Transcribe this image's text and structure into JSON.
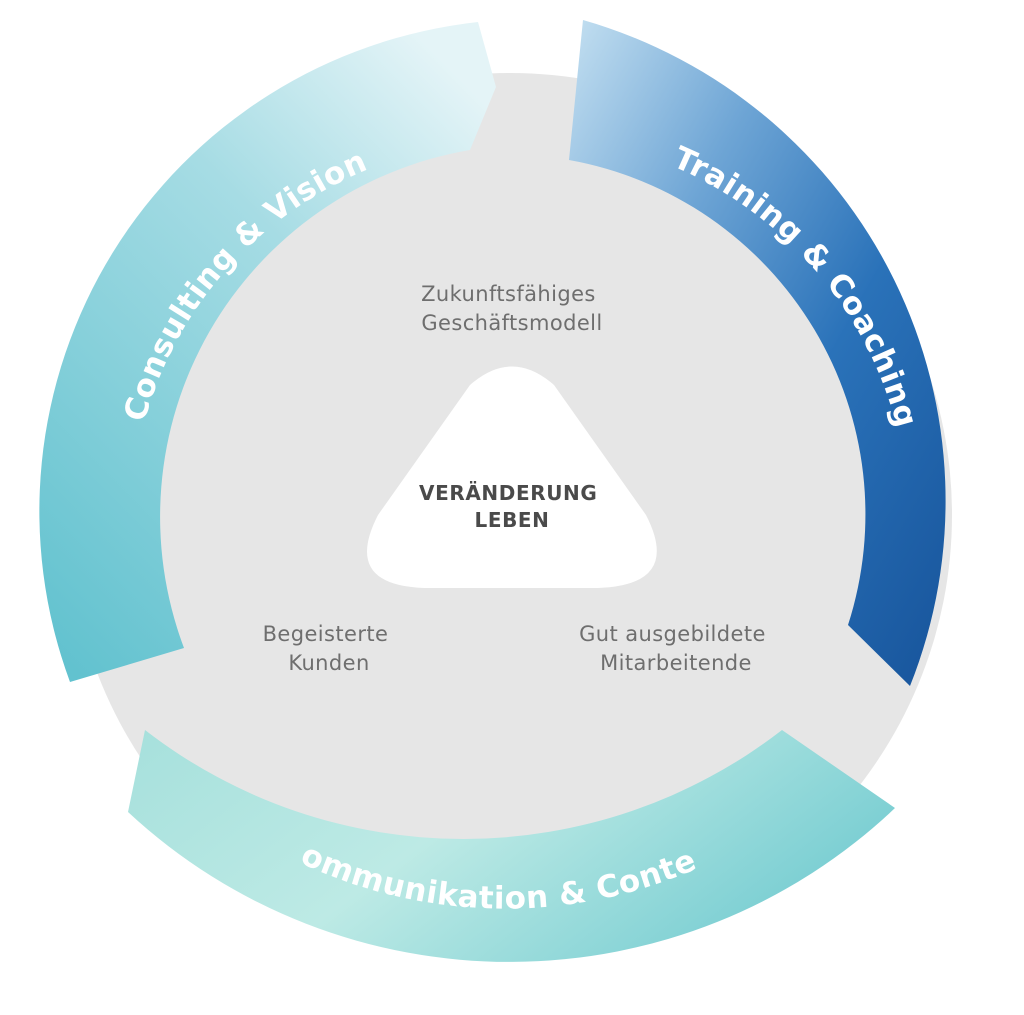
{
  "segments": {
    "consulting": {
      "label": "Consulting & Vision"
    },
    "training": {
      "label": "Training & Coaching"
    },
    "kommunikation": {
      "label": "Kommunikation & Content"
    }
  },
  "outcomes": {
    "top": {
      "line1": "Zukunftsfähiges",
      "line2": "Geschäftsmodell"
    },
    "left": {
      "line1": "Begeisterte",
      "line2": "Kunden"
    },
    "right": {
      "line1": "Gut ausgebildete",
      "line2": "Mitarbeitende"
    }
  },
  "center": {
    "line1": "VERÄNDERUNG",
    "line2": "LEBEN"
  },
  "colors": {
    "inner_disc": "#e6e6e6",
    "center_shape": "#ffffff",
    "consulting_light": "#dff2f5",
    "consulting_dark": "#6dc5d1",
    "training_light": "#b5d6ec",
    "training_dark": "#1c5fa8",
    "kommunikation_light": "#b7e8e3",
    "kommunikation_dark": "#6ccbd0"
  }
}
